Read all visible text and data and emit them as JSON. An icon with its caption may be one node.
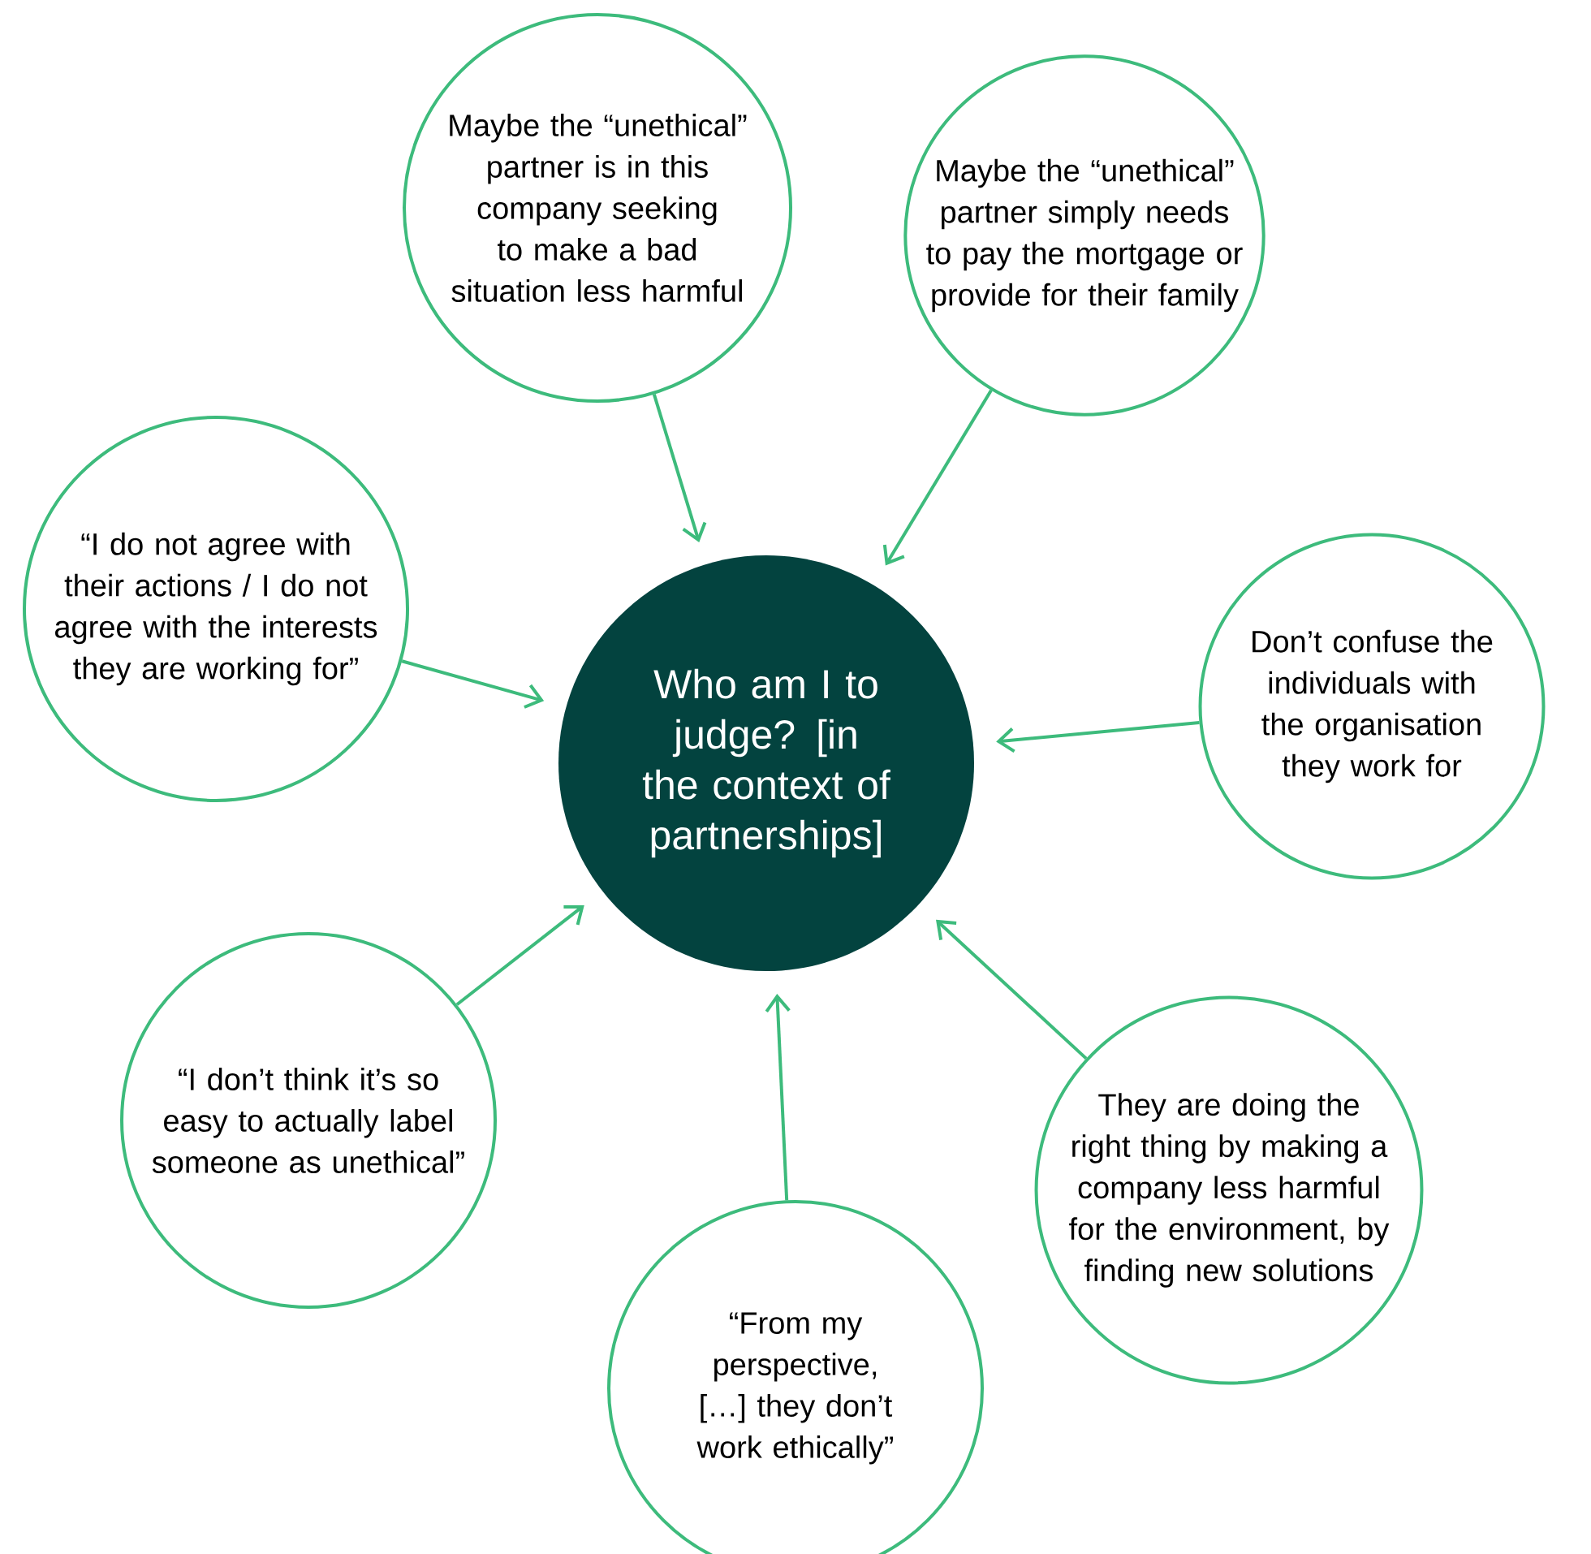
{
  "diagram": {
    "nodes": [
      {
        "text": [
          "Who am I to judge? [in the context of partnerships]"
        ]
      },
      {
        "text": [
          "Maybe the “unethical” partner is in this company seeking to make a bad situation less harmful"
        ]
      },
      {
        "text": [
          "Maybe the “unethical” partner simply needs to pay the mortgage or provide for their family"
        ]
      },
      {
        "text": [
          "“I do not agree with their actions / I do not agree with the interests they are working for”"
        ]
      },
      {
        "text": [
          "Don’t confuse the individuals with the organisation they work for"
        ]
      },
      {
        "text": [
          "“I don’t think it’s so easy to actually label someone as unethical”"
        ]
      },
      {
        "text": [
          "They are doing the right thing by making a company less harmful for the environment, by finding new solutions"
        ]
      },
      {
        "text": [
          "“From my perspective, […] they don’t work ethically”"
        ]
      }
    ],
    "edges": [
      {
        "from": 1,
        "to": 0,
        "arrow": "to"
      },
      {
        "from": 2,
        "to": 0,
        "arrow": "to"
      },
      {
        "from": 3,
        "to": 0,
        "arrow": "to"
      },
      {
        "from": 4,
        "to": 0,
        "arrow": "to"
      },
      {
        "from": 5,
        "to": 0,
        "arrow": "to"
      },
      {
        "from": 6,
        "to": 0,
        "arrow": "to"
      },
      {
        "from": 7,
        "to": 0,
        "arrow": "to"
      }
    ]
  }
}
